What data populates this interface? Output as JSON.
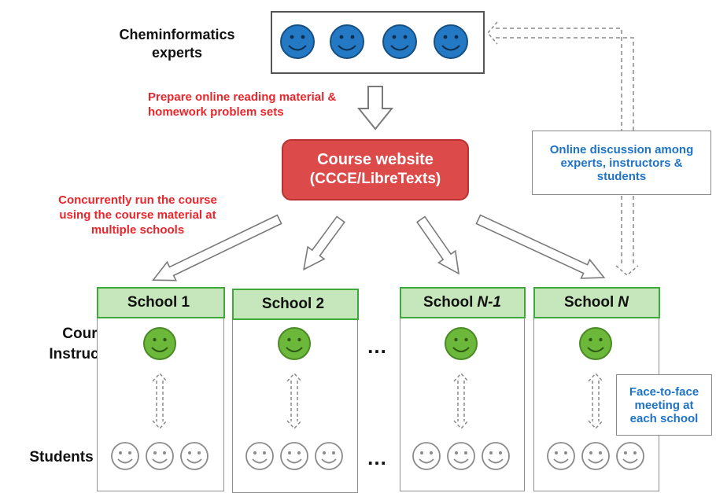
{
  "experts": {
    "label": "Cheminformatics experts",
    "count": 4,
    "color": "#2479c4"
  },
  "prepare_text": "Prepare online reading material & homework problem sets",
  "website": {
    "title": "Course website",
    "subtitle": "(CCCE/LibreTexts)",
    "color": "#dd4a4a"
  },
  "concurrent_text": "Concurrently run the course using the course material at multiple schools",
  "online_text": "Online discussion among experts, instructors & students",
  "schools": [
    {
      "label": "School 1",
      "suffix": ""
    },
    {
      "label": "School 2",
      "suffix": ""
    },
    {
      "label": "School",
      "suffix": "N-1"
    },
    {
      "label": "School",
      "suffix": "N"
    }
  ],
  "ellipsis": "…",
  "row_labels": {
    "instructors": "Course Instructors",
    "students": "Students"
  },
  "face_to_face_text": "Face-to-face meeting at each school",
  "colors": {
    "instructor": "#6cb83a",
    "student": "#ffffff",
    "red": "#e8262b",
    "blue": "#1f73c4"
  }
}
